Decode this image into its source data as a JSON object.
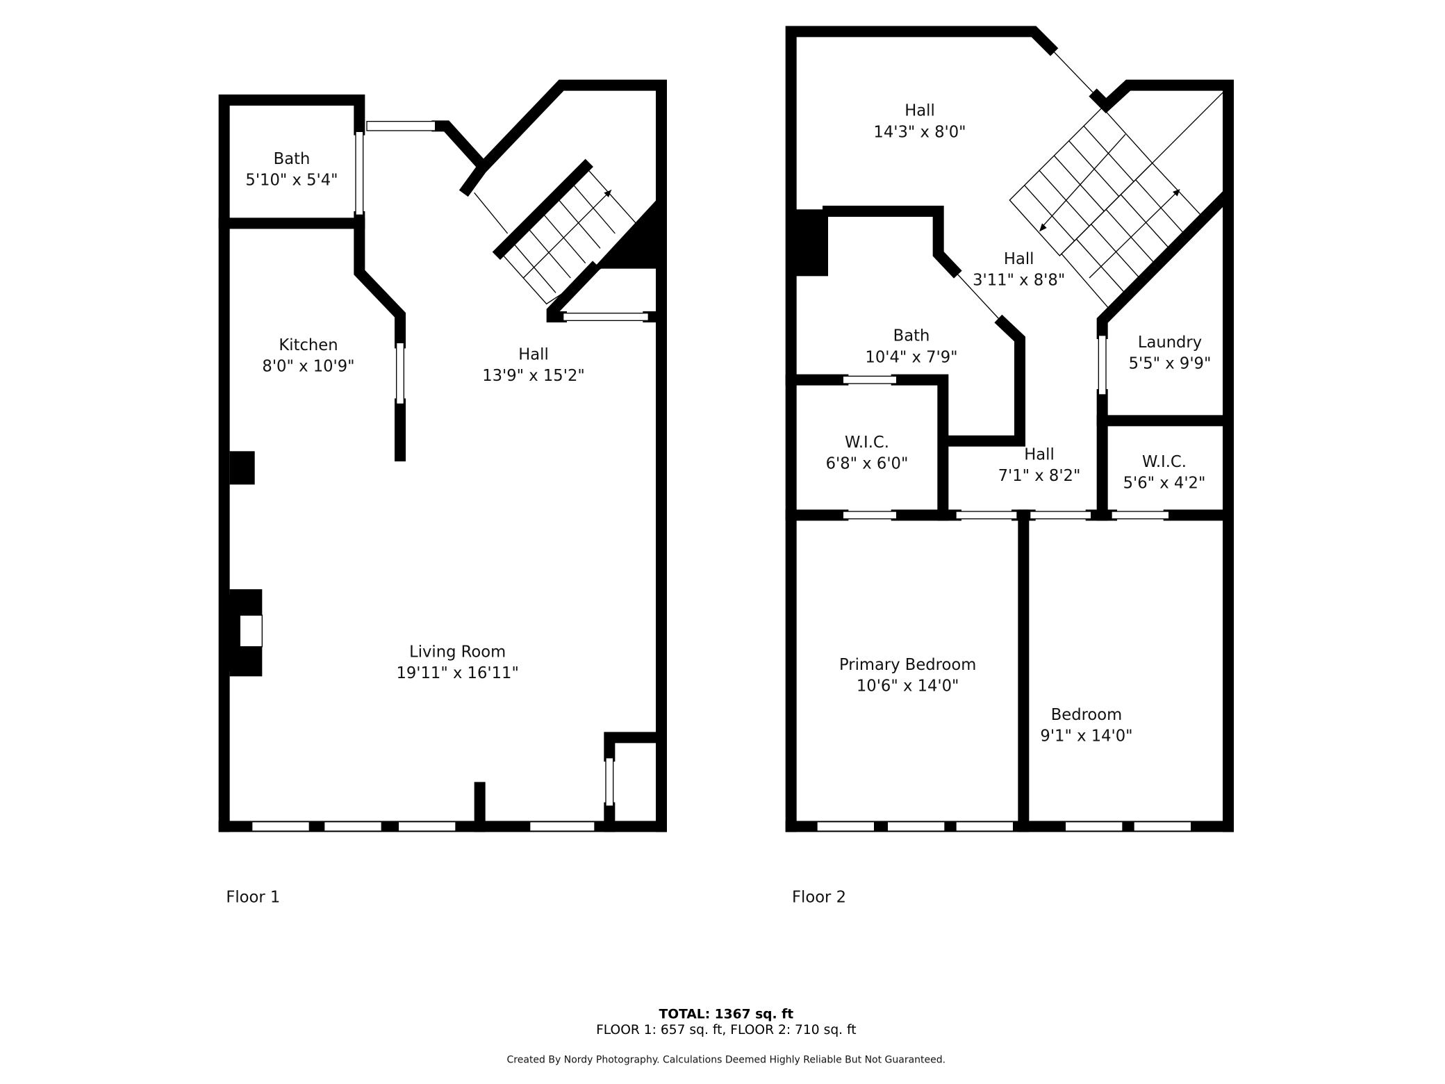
{
  "floor1": {
    "label": "Floor 1",
    "rooms": [
      {
        "name": "Bath",
        "dims": "5'10\" x 5'4\""
      },
      {
        "name": "Kitchen",
        "dims": "8'0\" x 10'9\""
      },
      {
        "name": "Hall",
        "dims": "13'9\" x 15'2\""
      },
      {
        "name": "Living Room",
        "dims": "19'11\" x 16'11\""
      }
    ]
  },
  "floor2": {
    "label": "Floor 2",
    "rooms": [
      {
        "name": "Hall",
        "dims": "14'3\" x 8'0\""
      },
      {
        "name": "Hall",
        "dims": "3'11\" x 8'8\""
      },
      {
        "name": "Bath",
        "dims": "10'4\" x 7'9\""
      },
      {
        "name": "Laundry",
        "dims": "5'5\" x 9'9\""
      },
      {
        "name": "W.I.C.",
        "dims": "6'8\" x 6'0\""
      },
      {
        "name": "Hall",
        "dims": "7'1\" x 8'2\""
      },
      {
        "name": "W.I.C.",
        "dims": "5'6\" x 4'2\""
      },
      {
        "name": "Primary Bedroom",
        "dims": "10'6\" x 14'0\""
      },
      {
        "name": "Bedroom",
        "dims": "9'1\" x 14'0\""
      }
    ]
  },
  "totals": {
    "total": "TOTAL: 1367 sq. ft",
    "breakdown": "FLOOR 1: 657 sq. ft, FLOOR 2: 710 sq. ft",
    "credit": "Created By Nordy Photography. Calculations Deemed Highly Reliable But Not Guaranteed."
  }
}
